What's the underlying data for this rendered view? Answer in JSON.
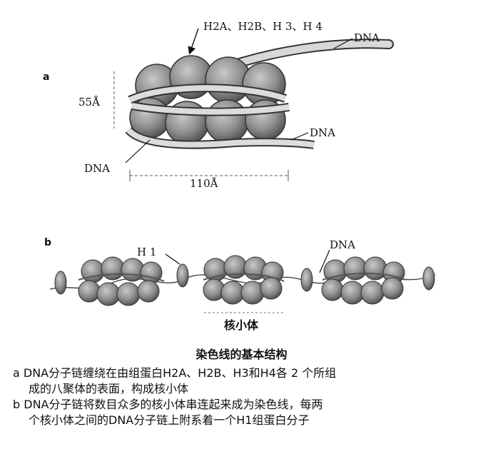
{
  "panel_a": {
    "label": "a",
    "histone_label": "H2A、H2B、H 3、H 4",
    "dna_label_top": "DNA",
    "dna_label_mid": "DNA",
    "dna_label_left": "DNA",
    "height_label": "55Å",
    "width_label": "110Å"
  },
  "panel_b": {
    "label": "b",
    "h1_label": "H 1",
    "dna_label": "DNA",
    "nucleosome_label": "核小体"
  },
  "caption": {
    "title": "染色线的基本结构",
    "line_a1": "a  DNA分子链缠绕在由组蛋白H2A、H2B、H3和H4各 2 个所组",
    "line_a2": "成的八聚体的表面，构成核小体",
    "line_b1": "b  DNA分子链将数目众多的核小体串连起来成为染色线，每两",
    "line_b2": "个核小体之间的DNA分子链上附系着一个H1组蛋白分子"
  }
}
